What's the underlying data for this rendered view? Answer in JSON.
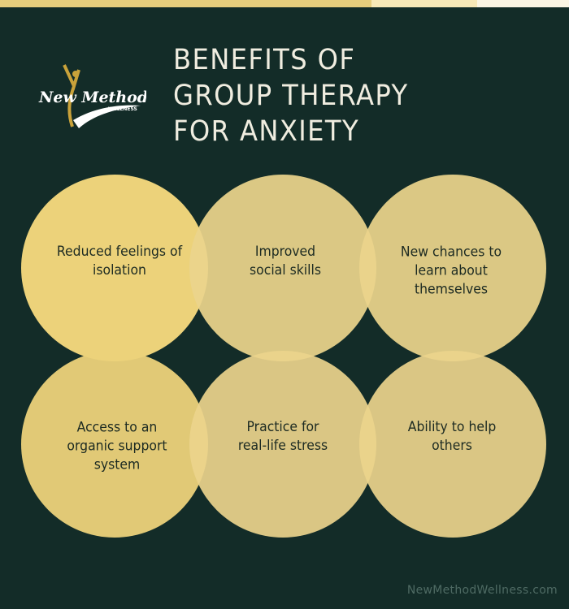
{
  "colors": {
    "background": "#132c28",
    "circle_primary": "#ecd27a",
    "circle": "#ebd48c",
    "text": "#1c2a22",
    "title": "#f0ede0",
    "topbar": [
      "#e6cd7c",
      "#f7e8b7",
      "#fbf5e4"
    ]
  },
  "logo": {
    "text_main": "New Method",
    "text_sub": "WELLNESS",
    "icon": "figure-swoosh-logo"
  },
  "title": {
    "lines": [
      "BENEFITS OF",
      "GROUP THERAPY",
      "FOR ANXIETY"
    ]
  },
  "benefits": [
    {
      "label": "Reduced feelings of isolation"
    },
    {
      "label": "Improved social skills"
    },
    {
      "label": "New chances to learn about themselves"
    },
    {
      "label": "Access to an organic support system"
    },
    {
      "label": "Practice for real-life stress"
    },
    {
      "label": "Ability to help others"
    }
  ],
  "footer": {
    "website": "NewMethodWellness.com"
  }
}
